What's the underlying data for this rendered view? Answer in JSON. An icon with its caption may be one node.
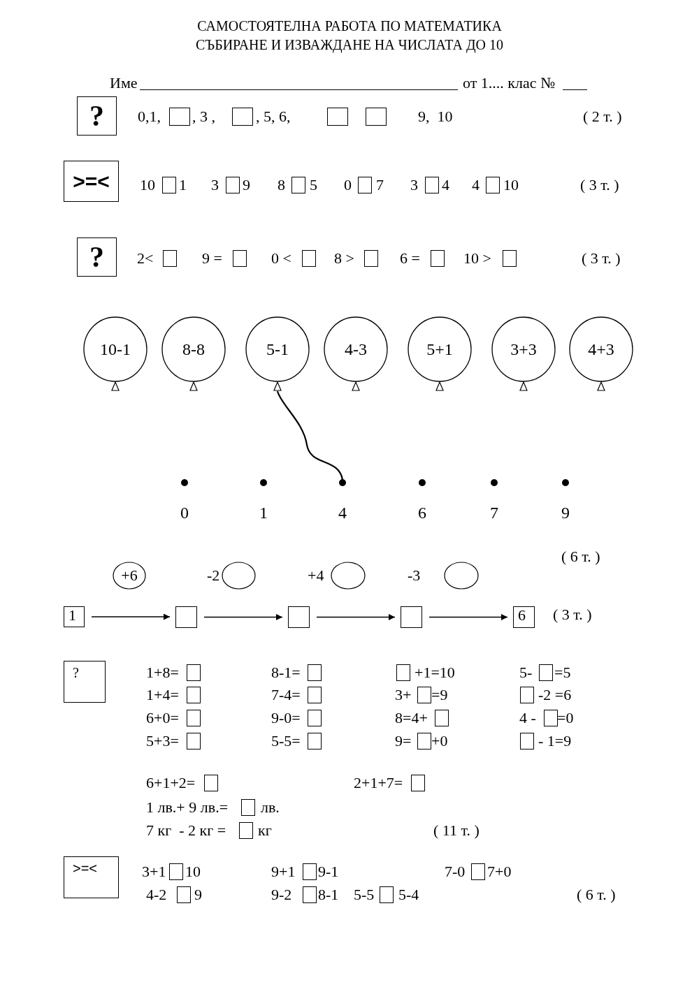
{
  "diagram": {
    "title": "САМОСТОЯТЕЛНА РАБОТА ПО МАТЕМАТИКА",
    "nodes": [
      {
        "text": [
          "?"
        ]
      },
      {
        "text": [
          ">=<"
        ]
      },
      {
        "text": [
          "?"
        ]
      },
      {
        "text": [
          "10-1"
        ]
      },
      {
        "text": [
          "8-8"
        ]
      },
      {
        "text": [
          "5-1"
        ]
      },
      {
        "text": [
          "4-3"
        ]
      },
      {
        "text": [
          "5+1"
        ]
      },
      {
        "text": [
          "3+3"
        ]
      },
      {
        "text": [
          "4+3"
        ]
      },
      {
        "text": [
          "0"
        ]
      },
      {
        "text": [
          "1"
        ]
      },
      {
        "text": [
          "4"
        ]
      },
      {
        "text": [
          "6"
        ]
      },
      {
        "text": [
          "7"
        ]
      },
      {
        "text": [
          "9"
        ]
      },
      {
        "text": [
          "+6"
        ]
      },
      {
        "text": [
          "-2"
        ]
      },
      {
        "text": [],
        "shape": "circle",
        "beside": [
          "+4"
        ]
      },
      {
        "text": [],
        "shape": "circle",
        "beside": [
          "-3"
        ]
      },
      {
        "text": [
          "1"
        ]
      },
      {
        "text": [],
        "shape": "box"
      },
      {
        "text": [],
        "shape": "box"
      },
      {
        "text": [],
        "shape": "box"
      },
      {
        "text": [
          "6"
        ]
      },
      {
        "text": [
          "?"
        ]
      },
      {
        "text": [
          ">=<"
        ]
      }
    ],
    "edges": [
      {
        "from": 5,
        "to": 12,
        "arrow": "none"
      },
      {
        "from": 20,
        "to": 21,
        "arrow": "to"
      },
      {
        "from": 21,
        "to": 22,
        "arrow": "to"
      },
      {
        "from": 22,
        "to": 23,
        "arrow": "to"
      },
      {
        "from": 23,
        "to": 24,
        "arrow": "to"
      }
    ],
    "labels": [
      "СЪБИРАНЕ И ИЗВАЖДАНЕ НА ЧИСЛАТА ДО 10",
      "Име",
      "от 1.... клас №",
      "0,1,",
      ", 3 ,",
      ", 5, 6,",
      "9,  10",
      "( 2 т. )",
      "10",
      "1",
      "3",
      "9",
      "8",
      "5",
      "0",
      "7",
      "3",
      "4",
      "4",
      "10",
      "( 3 т. )",
      "2<",
      "9 =",
      "0 <",
      "8 >",
      "6 =",
      "10 >",
      "( 3 т. )",
      "( 6 т. )",
      "( 3 т. )",
      "1+8=",
      "8-1=",
      "+1=10",
      "5-",
      "=5",
      "1+4=",
      "7-4=",
      "3+",
      "=9",
      "-2 =6",
      "6+0=",
      "9-0=",
      "8=4+",
      "4 -",
      "=0",
      "5+3=",
      "5-5=",
      "9=",
      "+0",
      "- 1=9",
      "6+1+2=",
      "2+1+7=",
      "1 лв.+ 9 лв.=",
      "лв.",
      "7 кг  - 2 кг =",
      "кг",
      "( 11 т. )",
      "3+1",
      "10",
      "9+1",
      "9-1",
      "7-0",
      "7+0",
      "4-2",
      "9",
      "9-2",
      "8-1",
      "5-5",
      "5-4",
      "( 6 т. )"
    ]
  }
}
